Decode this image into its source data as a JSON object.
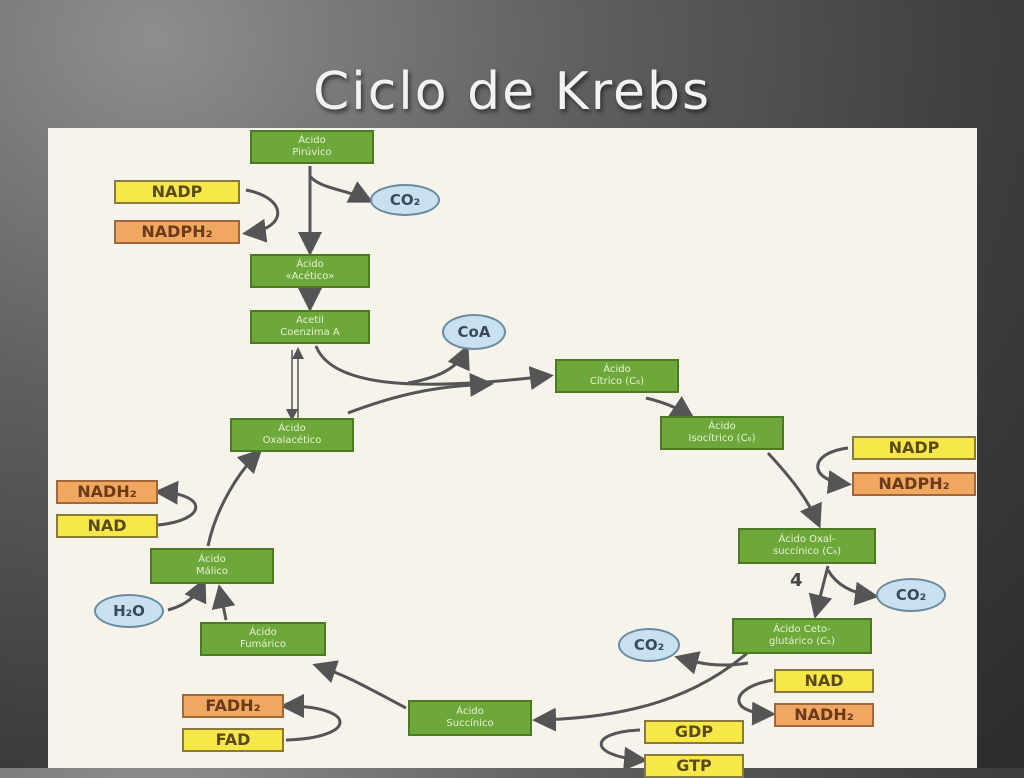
{
  "slide": {
    "title": "Ciclo de Krebs"
  },
  "diagram": {
    "boxes": {
      "piruvico": "Ácido\nPirúvico",
      "acetico": "Ácido\n«Acético»",
      "acetil_coa": "Acetil\nCoenzima A",
      "citrico": "Ácido\nCítrico (C₆)",
      "isocitrico": "Ácido\nIsocítrico (C₆)",
      "oxalsuccinico": "Ácido Oxal-\nsuccínico (C₆)",
      "cetoglutarico": "Ácido Ceto-\nglutárico (C₅)",
      "succinico": "Ácido\nSuccínico",
      "fumarico": "Ácido\nFumárico",
      "malico": "Ácido\nMálico",
      "oxalacetico": "Ácido\nOxalacético"
    },
    "cofactors": {
      "nadp_1": "NADP",
      "nadph2_1": "NADPH₂",
      "nadp_2": "NADP",
      "nadph2_2": "NADPH₂",
      "nad_1": "NAD",
      "nadh2_1": "NADH₂",
      "gdp": "GDP",
      "gtp": "GTP",
      "fadh2": "FADH₂",
      "fad": "FAD",
      "nadh2_2": "NADH₂",
      "nad_2": "NAD"
    },
    "molecules": {
      "co2_1": "CO₂",
      "coa": "CoA",
      "co2_2": "CO₂",
      "co2_3": "CO₂",
      "h2o": "H₂O"
    },
    "step_number": "4",
    "colors": {
      "compound_box": "#6fa83a",
      "cofactor_yellow": "#f7e84a",
      "cofactor_orange": "#f0a860",
      "molecule_bubble": "#c8e0f0",
      "arrow": "#555555"
    }
  }
}
